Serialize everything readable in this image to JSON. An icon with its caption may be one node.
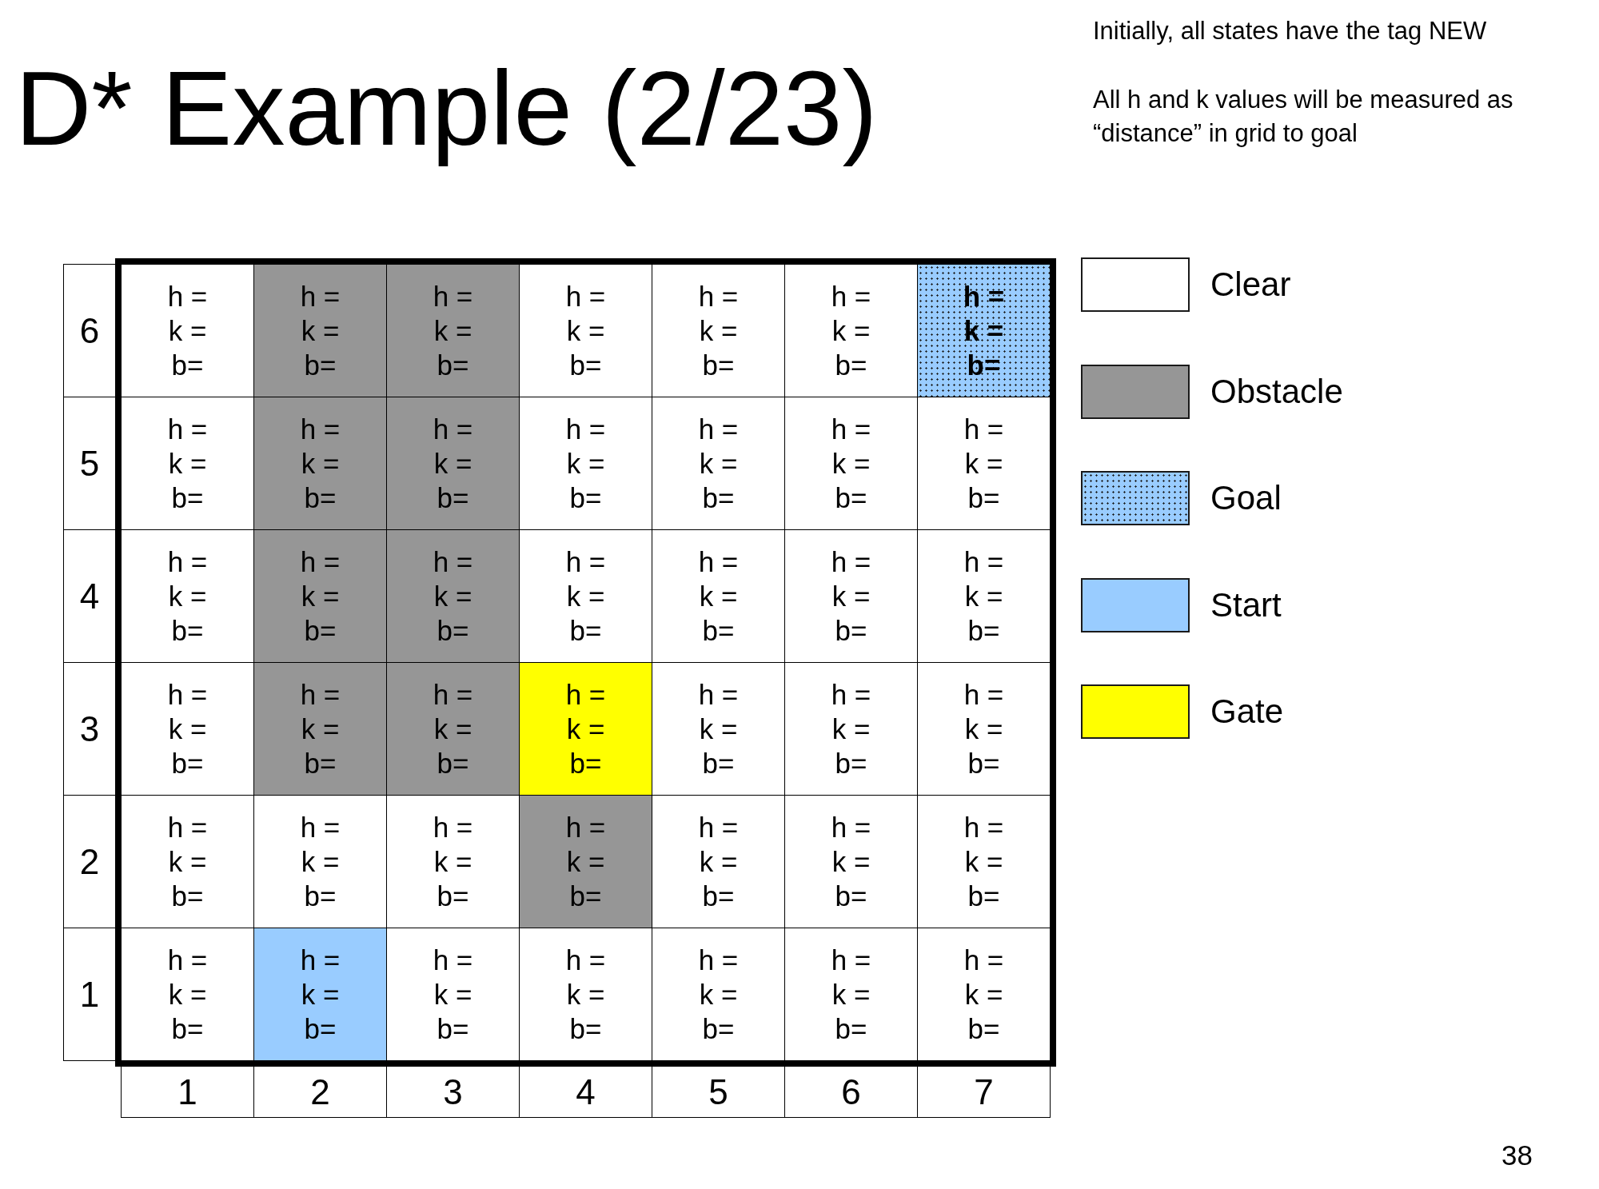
{
  "diagram": {
    "title": "D* Example (2/23)",
    "nodes": [
      {
        "text": [
          "6"
        ]
      },
      {
        "text": [
          "h =",
          "k =",
          "b="
        ]
      },
      {
        "text": [
          "h =",
          "k =",
          "b="
        ]
      },
      {
        "text": [
          "h =",
          "k =",
          "b="
        ]
      },
      {
        "text": [
          "h =",
          "k =",
          "b="
        ]
      },
      {
        "text": [
          "h =",
          "k =",
          "b="
        ]
      },
      {
        "text": [
          "h =",
          "k =",
          "b="
        ]
      },
      {
        "text": [
          "h =",
          "k =",
          "b="
        ]
      },
      {
        "text": [
          "5"
        ]
      },
      {
        "text": [
          "h =",
          "k =",
          "b="
        ]
      },
      {
        "text": [
          "h =",
          "k =",
          "b="
        ]
      },
      {
        "text": [
          "h =",
          "k =",
          "b="
        ]
      },
      {
        "text": [
          "h =",
          "k =",
          "b="
        ]
      },
      {
        "text": [
          "h =",
          "k =",
          "b="
        ]
      },
      {
        "text": [
          "h =",
          "k =",
          "b="
        ]
      },
      {
        "text": [
          "h =",
          "k =",
          "b="
        ]
      },
      {
        "text": [
          "4"
        ]
      },
      {
        "text": [
          "h =",
          "k =",
          "b="
        ]
      },
      {
        "text": [
          "h =",
          "k =",
          "b="
        ]
      },
      {
        "text": [
          "h =",
          "k =",
          "b="
        ]
      },
      {
        "text": [
          "h =",
          "k =",
          "b="
        ]
      },
      {
        "text": [
          "h =",
          "k =",
          "b="
        ]
      },
      {
        "text": [
          "h =",
          "k =",
          "b="
        ]
      },
      {
        "text": [
          "h =",
          "k =",
          "b="
        ]
      },
      {
        "text": [
          "3"
        ]
      },
      {
        "text": [
          "h =",
          "k =",
          "b="
        ]
      },
      {
        "text": [
          "h =",
          "k =",
          "b="
        ]
      },
      {
        "text": [
          "h =",
          "k =",
          "b="
        ]
      },
      {
        "text": [
          "h =",
          "k =",
          "b="
        ]
      },
      {
        "text": [
          "h =",
          "k =",
          "b="
        ]
      },
      {
        "text": [
          "h =",
          "k =",
          "b="
        ]
      },
      {
        "text": [
          "h =",
          "k =",
          "b="
        ]
      },
      {
        "text": [
          "2"
        ]
      },
      {
        "text": [
          "h =",
          "k =",
          "b="
        ]
      },
      {
        "text": [
          "h =",
          "k =",
          "b="
        ]
      },
      {
        "text": [
          "h =",
          "k =",
          "b="
        ]
      },
      {
        "text": [
          "h =",
          "k =",
          "b="
        ]
      },
      {
        "text": [
          "h =",
          "k =",
          "b="
        ]
      },
      {
        "text": [
          "h =",
          "k =",
          "b="
        ]
      },
      {
        "text": [
          "h =",
          "k =",
          "b="
        ]
      },
      {
        "text": [
          "1"
        ]
      },
      {
        "text": [
          "h =",
          "k =",
          "b="
        ]
      },
      {
        "text": [
          "h =",
          "k =",
          "b="
        ]
      },
      {
        "text": [
          "h =",
          "k =",
          "b="
        ]
      },
      {
        "text": [
          "h =",
          "k =",
          "b="
        ]
      },
      {
        "text": [
          "h =",
          "k =",
          "b="
        ]
      },
      {
        "text": [
          "h =",
          "k =",
          "b="
        ]
      },
      {
        "text": [
          "h =",
          "k =",
          "b="
        ]
      },
      {
        "text": [
          "1"
        ]
      },
      {
        "text": [
          "2"
        ]
      },
      {
        "text": [
          "3"
        ]
      },
      {
        "text": [
          "4"
        ]
      },
      {
        "text": [
          "5"
        ]
      },
      {
        "text": [
          "6"
        ]
      },
      {
        "text": [
          "7"
        ]
      }
    ],
    "labels": [
      "Initially, all states have the tag NEW",
      "All h and k values will be measured as “distance” in grid to goal",
      "38"
    ],
    "legend": [
      {
        "text": "Clear",
        "color": "#ffffff"
      },
      {
        "text": "Obstacle",
        "color": "#969696"
      },
      {
        "text": "Goal",
        "color": "#99ccff"
      },
      {
        "text": "Start",
        "color": "#99ccff"
      },
      {
        "text": "Gate",
        "color": "#ffff00"
      }
    ]
  }
}
